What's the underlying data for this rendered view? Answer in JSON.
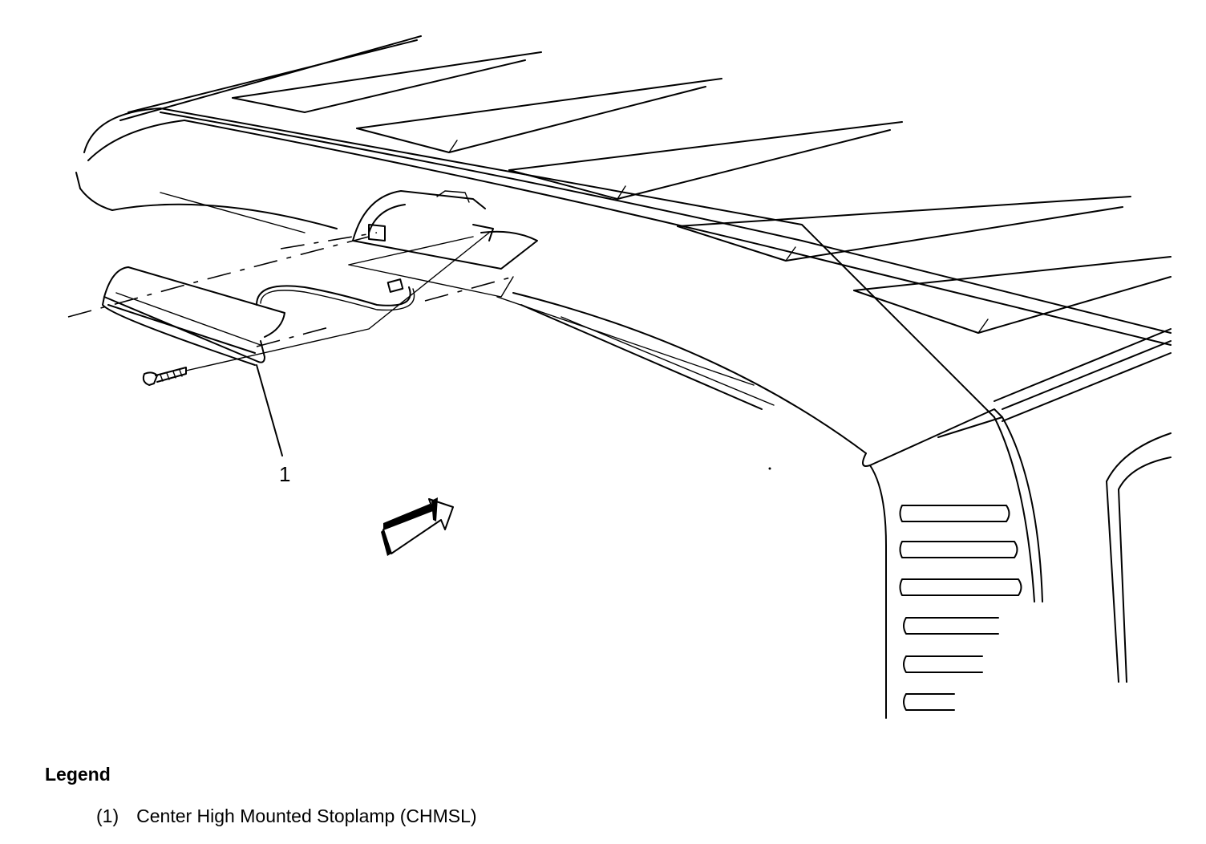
{
  "diagram": {
    "callouts": [
      {
        "label": "1"
      }
    ],
    "icons": {
      "view_direction": "view-direction-arrow-icon"
    }
  },
  "legend": {
    "title": "Legend",
    "items": [
      {
        "number": "(1)",
        "text": "Center High Mounted Stoplamp (CHMSL)"
      }
    ]
  }
}
